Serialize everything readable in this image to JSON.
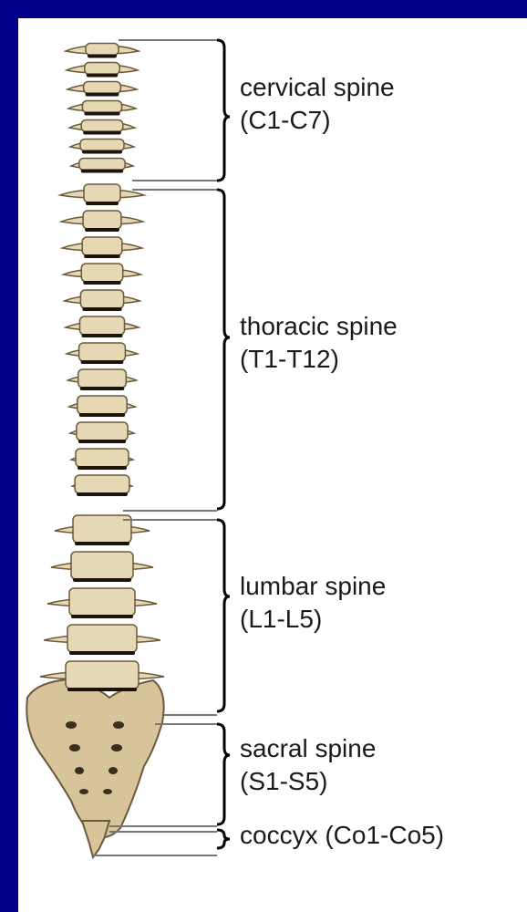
{
  "colors": {
    "background": "#00008b",
    "panel": "#ffffff",
    "bone": "#e6d7b5",
    "bone_shadow": "#6b5a3a",
    "disc": "#1a140c",
    "bracket": "#000000",
    "leader": "#777777"
  },
  "regions": [
    {
      "id": "cervical",
      "name": "cervical spine",
      "range": "(C1-C7)"
    },
    {
      "id": "thoracic",
      "name": "thoracic spine",
      "range": "(T1-T12)"
    },
    {
      "id": "lumbar",
      "name": "lumbar spine",
      "range": "(L1-L5)"
    },
    {
      "id": "sacral",
      "name": "sacral spine",
      "range": "(S1-S5)"
    },
    {
      "id": "coccyx",
      "name": "coccyx (Co1-Co5)"
    }
  ]
}
